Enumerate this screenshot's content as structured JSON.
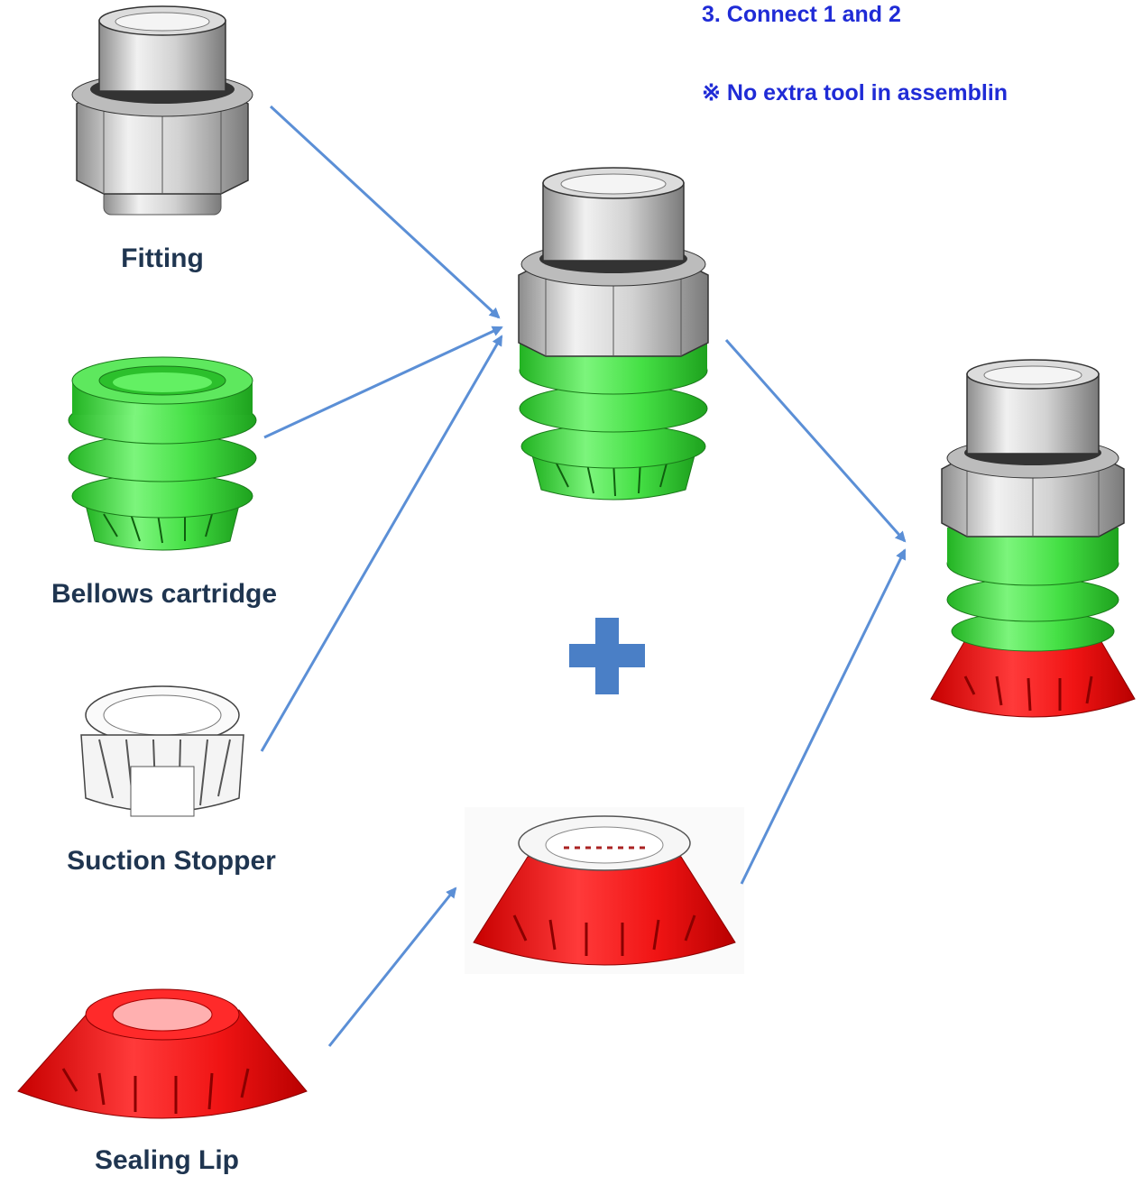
{
  "notes": {
    "step3": "3.  Connect 1 and 2",
    "tool": "※ No extra tool in assemblin"
  },
  "parts": {
    "fitting": "Fitting",
    "bellows": "Bellows cartridge",
    "stopper": "Suction Stopper",
    "lip": "Sealing Lip"
  },
  "symbols": {
    "plus": "plus-icon"
  },
  "colors": {
    "arrow": "#5b8fd6",
    "plus": "#4a7fc6",
    "label": "#1f3550",
    "note": "#1f2bd6",
    "green": "#3fe03f",
    "red": "#ef1010",
    "metal": "#c9c9c9"
  }
}
